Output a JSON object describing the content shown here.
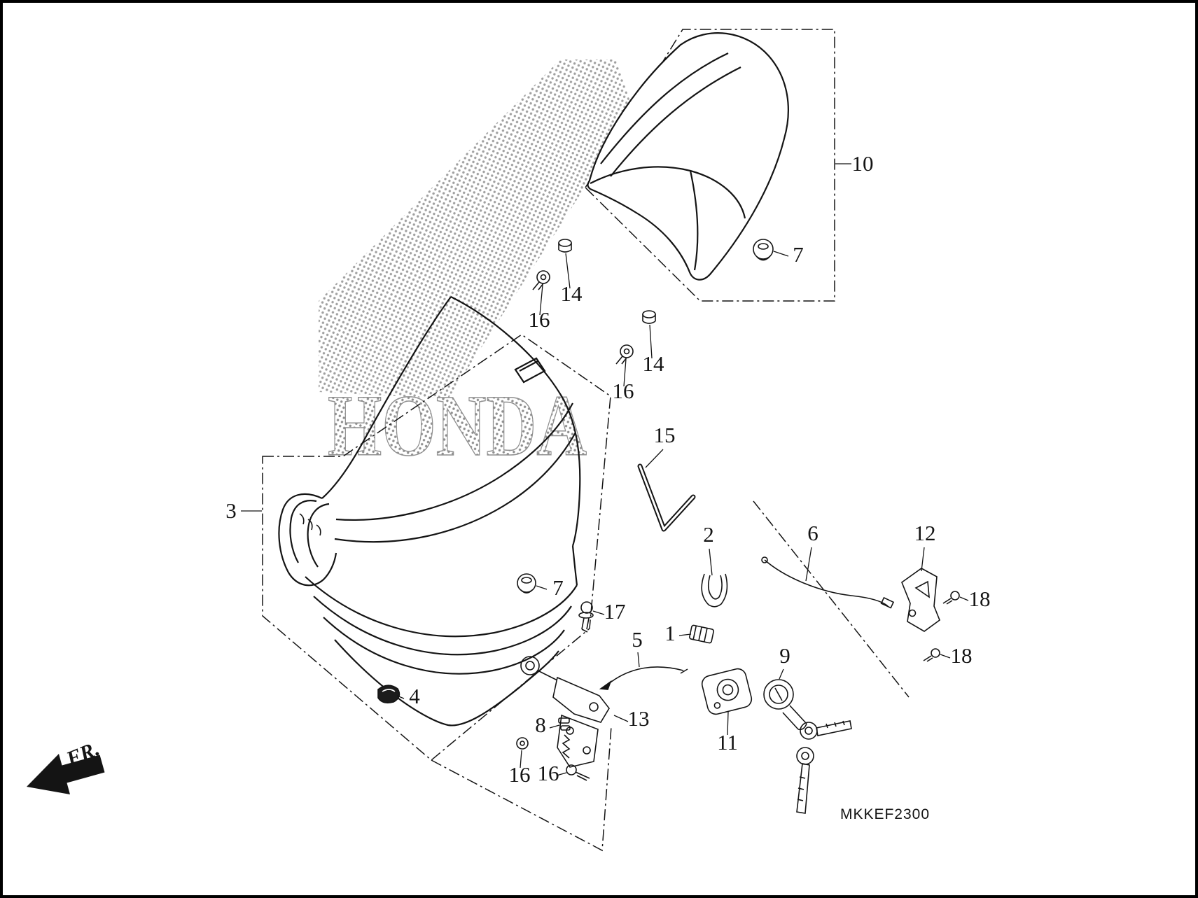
{
  "window": {
    "background": "#ffffff",
    "border_color": "#000000"
  },
  "diagram": {
    "type": "exploded-parts-diagram",
    "code": "MKKEF2300",
    "watermark_text": "HONDA",
    "direction_label": "FR.",
    "ink_color": "#141414",
    "halftone_color": "#8f8f8f",
    "callouts": [
      {
        "id": "seat-assy",
        "label": "3"
      },
      {
        "id": "rear-seat",
        "label": "10"
      },
      {
        "id": "grommet-upper",
        "label": "7"
      },
      {
        "id": "washer-upper-left",
        "label": "14"
      },
      {
        "id": "bolt-upper-left",
        "label": "16"
      },
      {
        "id": "washer-upper-right",
        "label": "14"
      },
      {
        "id": "bolt-upper-right",
        "label": "16"
      },
      {
        "id": "support-rod",
        "label": "15"
      },
      {
        "id": "seat-clip",
        "label": "2"
      },
      {
        "id": "seat-lock-cable",
        "label": "6"
      },
      {
        "id": "lock-bracket",
        "label": "12"
      },
      {
        "id": "screw-upper-right",
        "label": "18"
      },
      {
        "id": "screw-lower-right",
        "label": "18"
      },
      {
        "id": "grommet-lower",
        "label": "7"
      },
      {
        "id": "flange-bolt",
        "label": "17"
      },
      {
        "id": "striker-plate",
        "label": "1"
      },
      {
        "id": "cable-short",
        "label": "5"
      },
      {
        "id": "lock-cylinder",
        "label": "9"
      },
      {
        "id": "rubber-pad",
        "label": "4"
      },
      {
        "id": "collar-set",
        "label": "8"
      },
      {
        "id": "latch-assembly",
        "label": "13"
      },
      {
        "id": "lock-base-plate",
        "label": "11"
      },
      {
        "id": "washer-bottom",
        "label": "16"
      },
      {
        "id": "screw-bottom",
        "label": "16"
      }
    ]
  }
}
